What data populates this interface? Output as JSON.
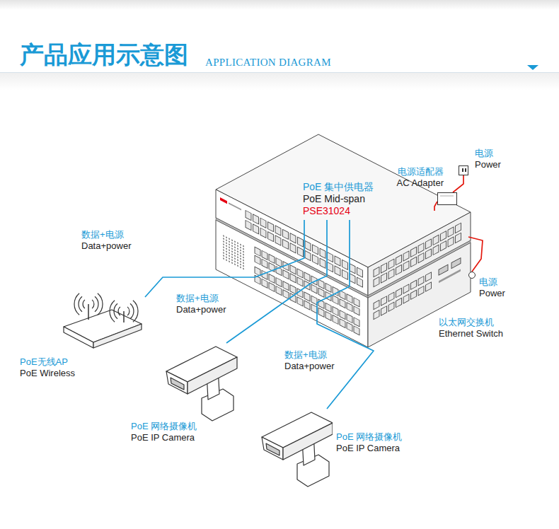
{
  "diagram": {
    "title": "产品应用示意图",
    "nodes": [
      {
        "text": [
          "PoE 集中供电器",
          "PoE Mid-span",
          "PSE31024"
        ]
      },
      {
        "text": [
          "以太网交换机",
          "Ethernet Switch"
        ]
      },
      {
        "text": [
          "电源适配器",
          "AC Adapter"
        ]
      },
      {
        "text": [
          "电源",
          "Power"
        ]
      },
      {
        "text": [
          "电源",
          "Power"
        ]
      },
      {
        "text": [
          "PoE无线AP",
          "PoE Wireless"
        ]
      },
      {
        "text": [
          "PoE 网络摄像机",
          "PoE IP Camera"
        ]
      },
      {
        "text": [
          "PoE 网络摄像机",
          "PoE IP Camera"
        ]
      }
    ],
    "edges": [
      {
        "from": 0,
        "to": 5,
        "arrow": "none",
        "label": "数据+电源 Data+power"
      },
      {
        "from": 0,
        "to": 6,
        "arrow": "none",
        "label": "数据+电源 Data+power"
      },
      {
        "from": 0,
        "to": 7,
        "arrow": "none",
        "label": "数据+电源 Data+power"
      },
      {
        "from": 3,
        "to": 2,
        "arrow": "none"
      },
      {
        "from": 2,
        "to": 0,
        "arrow": "none"
      },
      {
        "from": 4,
        "to": 1,
        "arrow": "none"
      }
    ],
    "labels": [
      "APPLICATION DIAGRAM"
    ]
  }
}
